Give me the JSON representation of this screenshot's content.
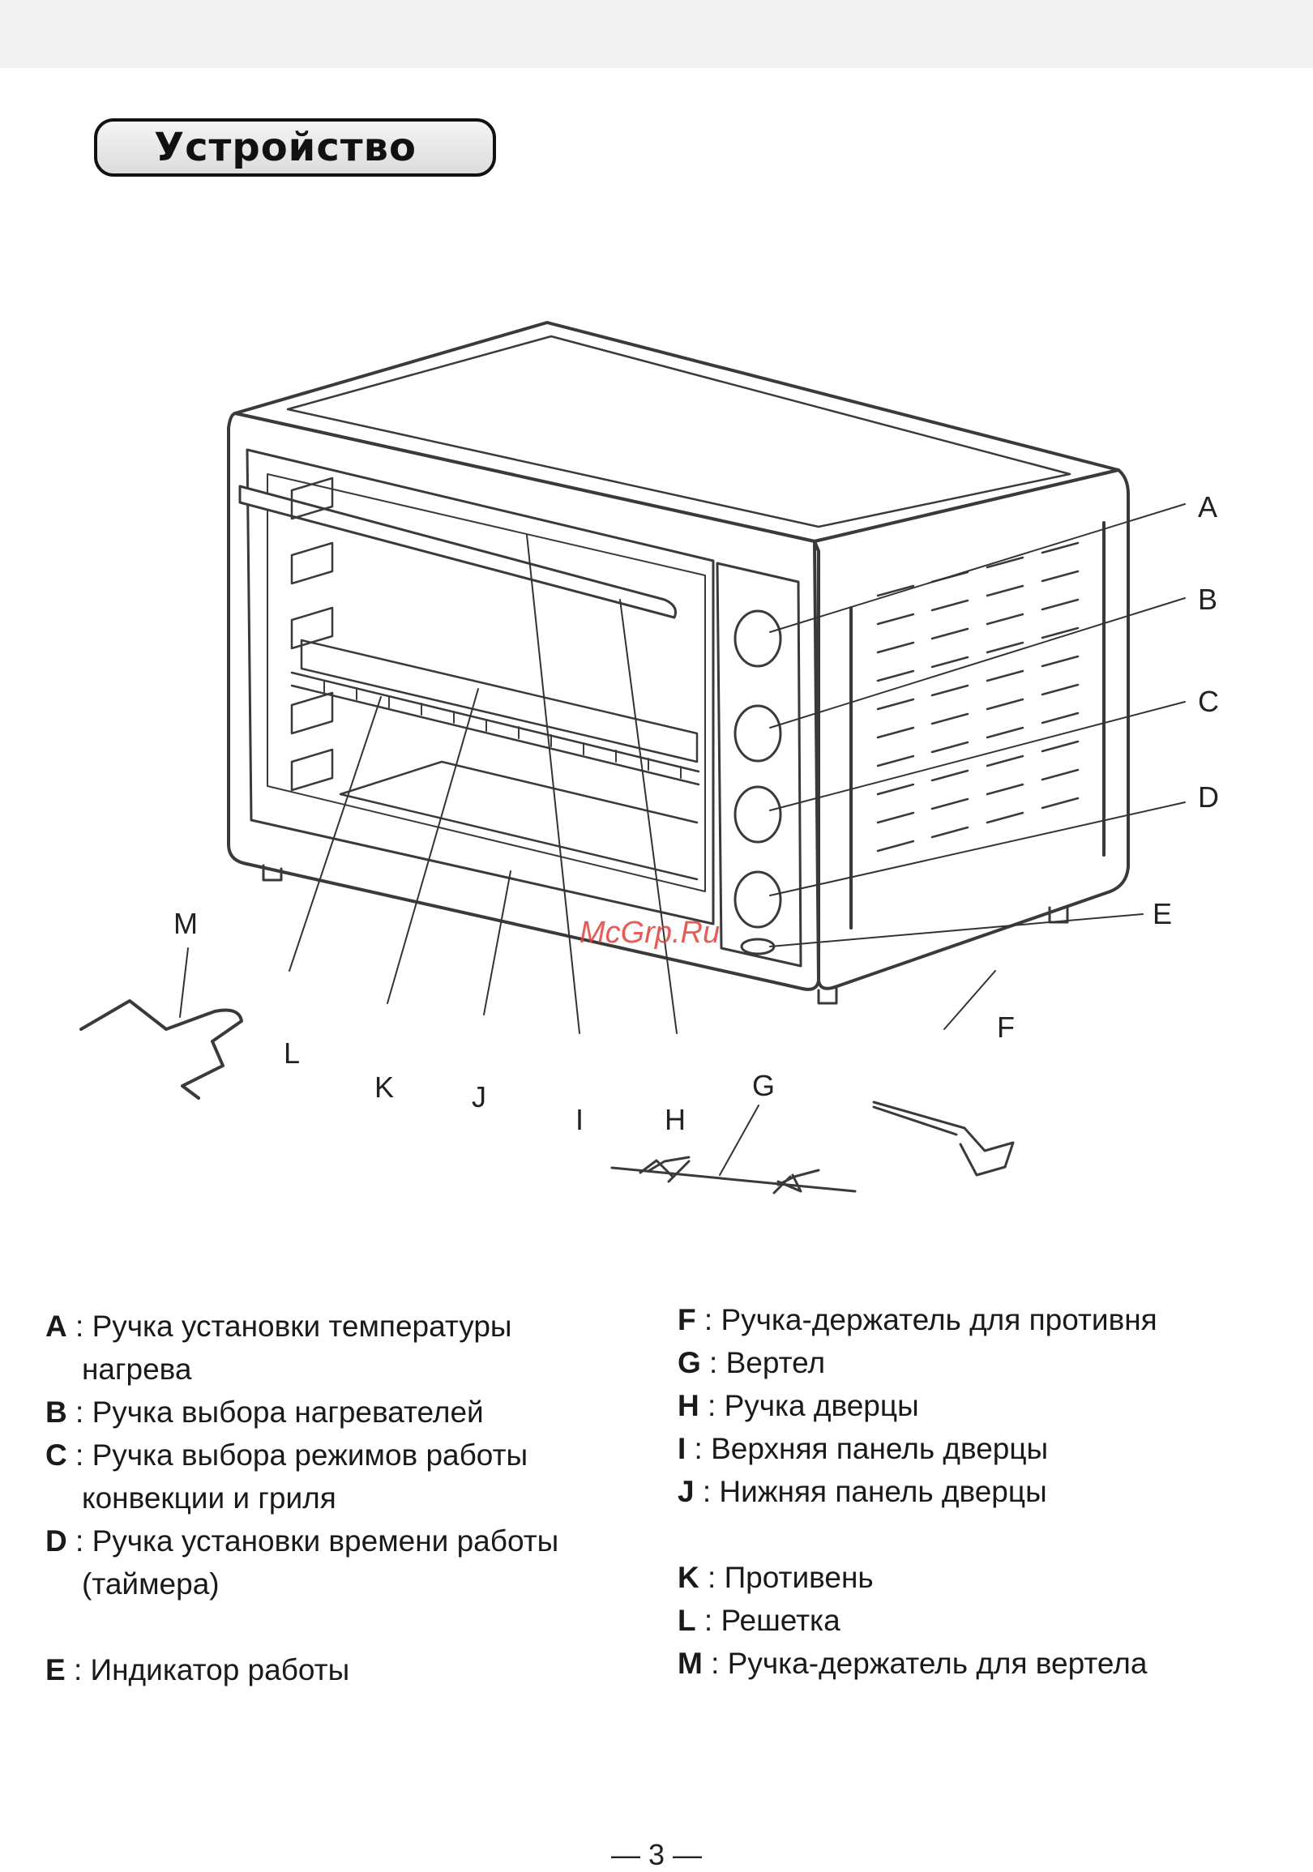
{
  "header": {
    "title": "Устройство"
  },
  "watermark": "McGrp.Ru",
  "diagram": {
    "callouts": [
      "A",
      "B",
      "C",
      "D",
      "E",
      "F",
      "G",
      "H",
      "I",
      "J",
      "K",
      "L",
      "M"
    ]
  },
  "legend": {
    "left": [
      {
        "letter": "A",
        "sep": " : ",
        "text": "Ручка установки температуры",
        "cont": "нагрева"
      },
      {
        "letter": "B",
        "sep": " : ",
        "text": "Ручка выбора нагревателей",
        "cont": ""
      },
      {
        "letter": "C",
        "sep": " : ",
        "text": "Ручка выбора режимов работы",
        "cont": "конвекции и гриля"
      },
      {
        "letter": "D",
        "sep": " : ",
        "text": "Ручка установки времени работы",
        "cont": "(таймера)"
      },
      {
        "letter": "E",
        "sep": " : ",
        "text": "Индикатор работы",
        "cont": ""
      }
    ],
    "right": [
      {
        "letter": "F",
        "sep": " : ",
        "text": "Ручка-держатель для противня"
      },
      {
        "letter": "G",
        "sep": " : ",
        "text": "Вертел"
      },
      {
        "letter": "H",
        "sep": " : ",
        "text": "Ручка дверцы"
      },
      {
        "letter": "I",
        "sep": " : ",
        "text": "Верхняя панель дверцы"
      },
      {
        "letter": "J",
        "sep": " : ",
        "text": "Нижняя панель дверцы"
      },
      {
        "letter": "K",
        "sep": " : ",
        "text": "Противень"
      },
      {
        "letter": "L",
        "sep": " : ",
        "text": "Решетка"
      },
      {
        "letter": "M",
        "sep": " : ",
        "text": "Ручка-держатель для вертела"
      }
    ]
  },
  "footer": {
    "page_number": "— 3 —"
  }
}
